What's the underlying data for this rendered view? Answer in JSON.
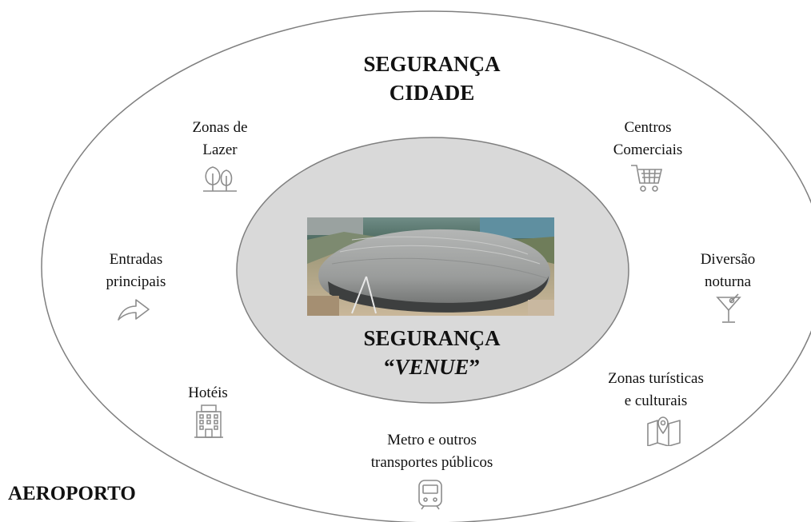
{
  "outer": {
    "title_line1": "SEGURANÇA",
    "title_line2": "CIDADE"
  },
  "inner": {
    "title_line1": "SEGURANÇA",
    "title_line2_open": "“",
    "title_line2_italic": "VENUE",
    "title_line2_close": "”"
  },
  "airport_label": "AEROPORTO",
  "items": {
    "zonas_lazer": {
      "line1": "Zonas de",
      "line2": "Lazer",
      "icon": "trees-icon"
    },
    "centros_comerciais": {
      "line1": "Centros",
      "line2": "Comerciais",
      "icon": "shopping-cart-icon"
    },
    "entradas_principais": {
      "line1": "Entradas",
      "line2": "principais",
      "icon": "arrow-right-icon"
    },
    "diversao_noturna": {
      "line1": "Diversão",
      "line2": "noturna",
      "icon": "cocktail-icon"
    },
    "hoteis": {
      "line1": "Hotéis",
      "icon": "hotel-building-icon"
    },
    "zonas_turisticas": {
      "line1": "Zonas turísticas",
      "line2": "e culturais",
      "icon": "map-pin-icon"
    },
    "metro": {
      "line1": "Metro e outros",
      "line2": "transportes públicos",
      "icon": "metro-train-icon"
    }
  },
  "colors": {
    "inner_fill": "#d9d9d9",
    "outline": "#7f7f7f",
    "icon_stroke": "#8c8c8c"
  }
}
